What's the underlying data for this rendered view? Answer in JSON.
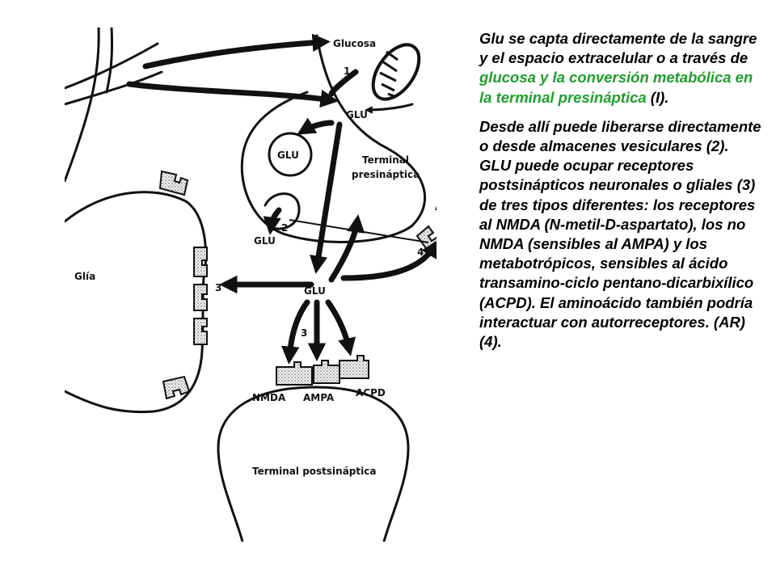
{
  "diagram": {
    "labels": {
      "glucosa": "Glucosa",
      "glu_top": "GLU",
      "glu_vesicle": "GLU",
      "glu_released": "GLU",
      "glu_center": "GLU",
      "terminal_pre": [
        "Terminal",
        "presináptica"
      ],
      "ar": "AR",
      "glia": "Glía",
      "nmda": "NMDA",
      "ampa": "AMPA",
      "acpd": "ACPD",
      "terminal_post": "Terminal postsináptica"
    },
    "numbers": {
      "n1": "1",
      "n2": "2",
      "n3_left": "3",
      "n3_down": "3",
      "n4": "4"
    }
  },
  "caption": {
    "p1_lead": "Glu se capta directamente de la sangre y el espacio extracelular o a través de ",
    "p1_green": "glucosa y la conversión metabólica en la terminal presináptica",
    "p1_tail": " (I).",
    "p2": "Desde allí puede liberarse directamente o desde almacenes vesiculares (2). GLU puede ocupar receptores postsinápticos neuronales o gliales (3) de tres tipos diferentes: los receptores al NMDA (N-metil-D-aspartato), los no NMDA (sensibles al AMPA) y los metabotrópicos, sensibles al ácido transamino-ciclo pentano-dicarbixílico (ACPD). El aminoácido también podría interactuar con autorreceptores. (AR) (4)."
  },
  "colors": {
    "text": "#000000",
    "highlight": "#1f9e2c",
    "ink": "#111111"
  }
}
